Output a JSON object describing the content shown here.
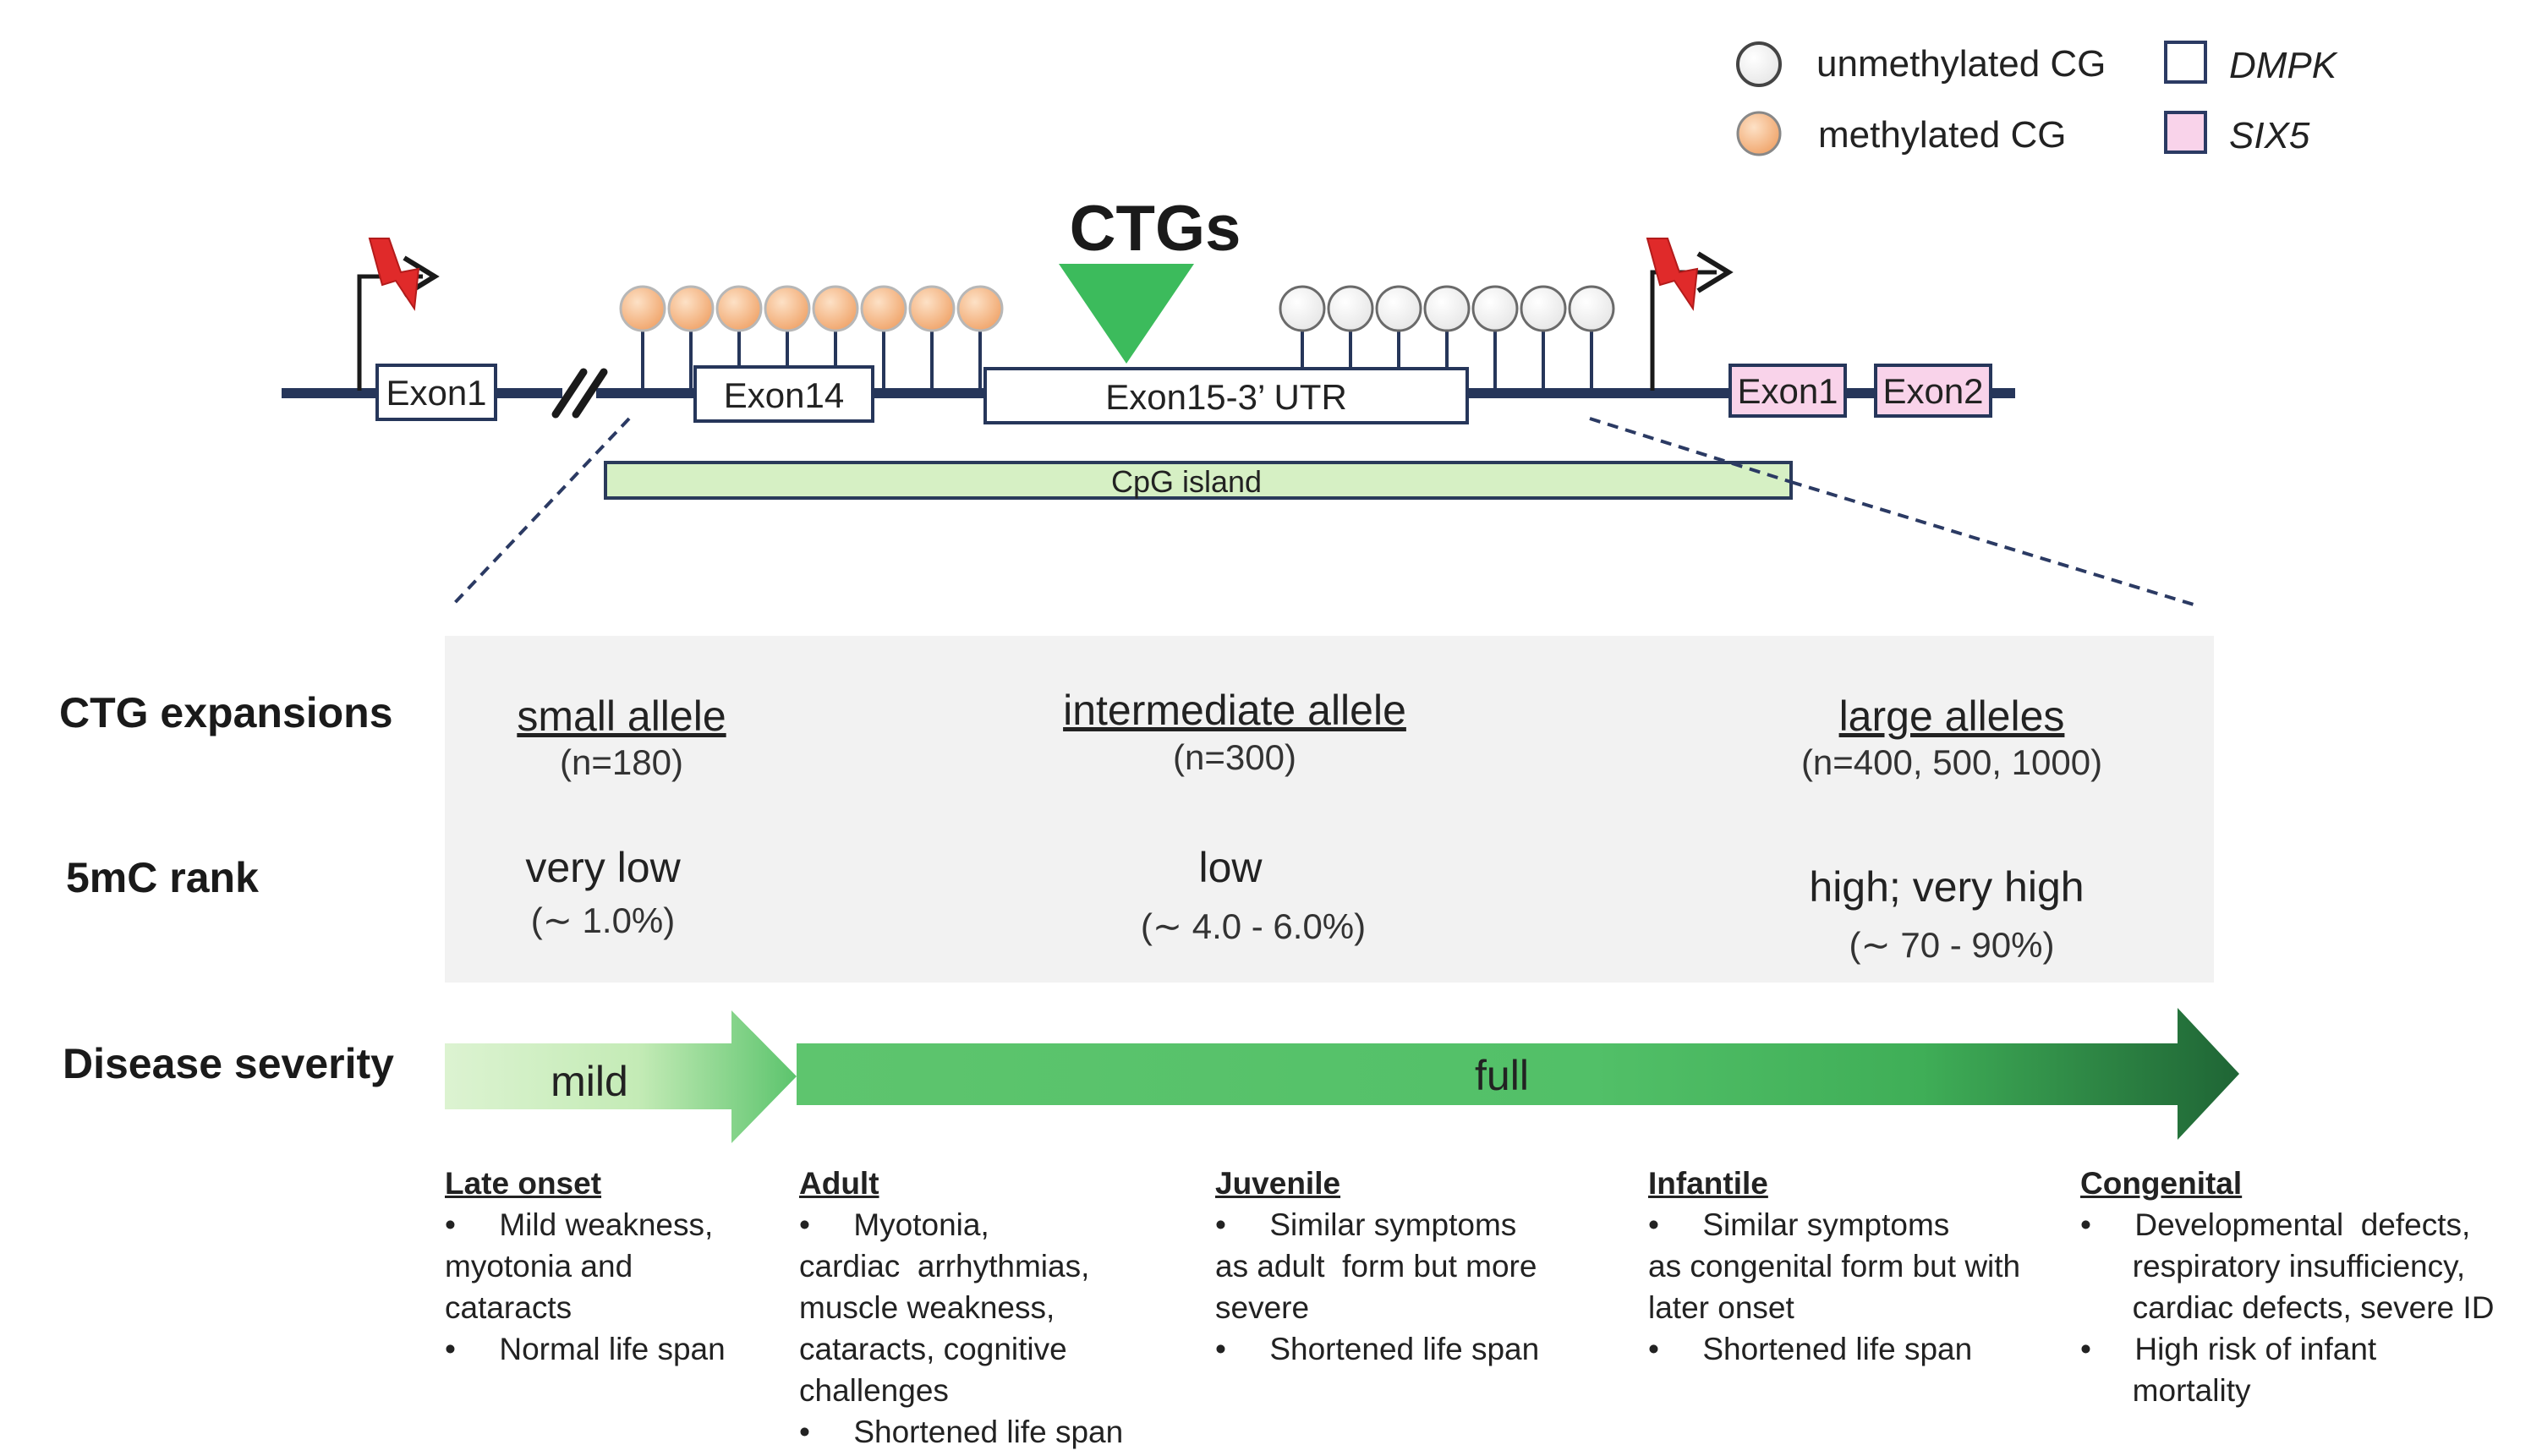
{
  "legend": {
    "unmethylated": "unmethylated CG",
    "methylated": "methylated CG",
    "dmpk": "DMPK",
    "six5": "SIX5"
  },
  "colors": {
    "methylated_fill": "#f5b889",
    "unmethylated_fill": "#ffffff",
    "dmpk_fill": "#ffffff",
    "six5_fill": "#f9d3ea",
    "cpg_fill": "#d6f0c4",
    "backbone": "#26365a",
    "panel": "#f2f2f2",
    "triangle": "#3cbb5c",
    "arrow_light": "#d8f2cd",
    "arrow_mid": "#5cc46d",
    "arrow_dark": "#226b3a",
    "lightning": "#e02a2a"
  },
  "gene": {
    "ctg_label": "CTGs",
    "exons": {
      "dmpk_exon1": "Exon1",
      "exon14": "Exon14",
      "exon15": "Exon15-3’ UTR",
      "six5_exon1": "Exon1",
      "six5_exon2": "Exon2"
    },
    "cpg_island": "CpG island",
    "methylated_count": 8,
    "unmethylated_count": 7,
    "icons": [
      "lightning-icon",
      "transcription-start-arrow-icon",
      "break-mark-icon",
      "lollipop-icon"
    ]
  },
  "rows": {
    "ctg_expansions": "CTG expansions",
    "mc_rank": "5mC rank",
    "disease_severity": "Disease severity"
  },
  "alleles": [
    {
      "name": "small allele",
      "n": "(n=180)",
      "rank": "very low",
      "pct": "(∼ 1.0%)"
    },
    {
      "name": "intermediate allele",
      "n": "(n=300)",
      "rank": "low",
      "pct": "(∼ 4.0 - 6.0%)"
    },
    {
      "name": "large alleles",
      "n": "(n=400, 500, 1000)",
      "rank": "high; very high",
      "pct": "(∼ 70 - 90%)"
    }
  ],
  "severity": {
    "mild": "mild",
    "full": "full"
  },
  "phenotypes": [
    {
      "title": "Late onset",
      "lines": [
        "•     Mild weakness,",
        "myotonia and",
        "cataracts",
        "•     Normal life span"
      ]
    },
    {
      "title": "Adult",
      "lines": [
        "•     Myotonia,",
        "cardiac  arrhythmias,",
        "muscle weakness,",
        "cataracts, cognitive",
        "challenges",
        "•     Shortened life span"
      ]
    },
    {
      "title": "Juvenile",
      "lines": [
        "•     Similar symptoms",
        "as adult  form but more",
        "severe",
        "•     Shortened life span"
      ]
    },
    {
      "title": "Infantile",
      "lines": [
        "•     Similar symptoms",
        "as congenital form but with",
        "later onset",
        "•     Shortened life span"
      ]
    },
    {
      "title": "Congenital",
      "lines": [
        "•     Developmental  defects,",
        "      respiratory insufficiency,",
        "      cardiac defects, severe ID",
        "•     High risk of infant",
        "      mortality"
      ]
    }
  ]
}
